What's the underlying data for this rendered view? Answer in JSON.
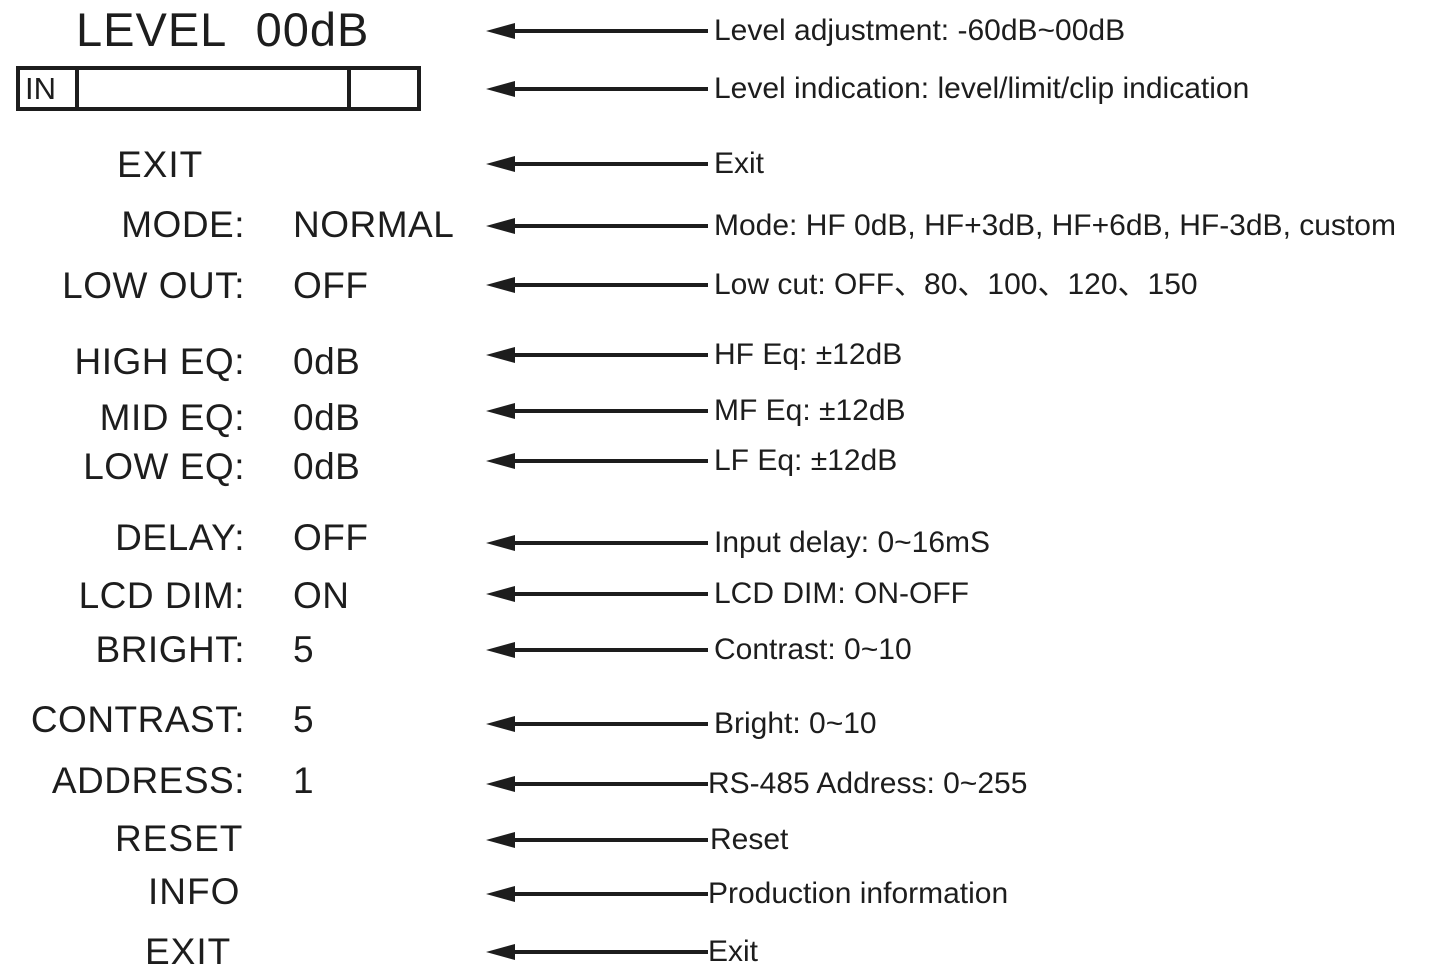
{
  "colors": {
    "ink": "#1d1d1d",
    "background": "#ffffff"
  },
  "lcd_menu": {
    "title": "LEVEL 00dB",
    "meter": {
      "input_label": "IN"
    },
    "exit_top": "EXIT",
    "rows": [
      {
        "label": "MODE:",
        "value": "NORMAL"
      },
      {
        "label": "LOW OUT:",
        "value": "OFF"
      },
      {
        "label": "HIGH EQ:",
        "value": "0dB"
      },
      {
        "label": "MID EQ:",
        "value": "0dB"
      },
      {
        "label": "LOW EQ:",
        "value": "0dB"
      },
      {
        "label": "DELAY:",
        "value": "OFF"
      },
      {
        "label": "LCD DIM:",
        "value": "ON"
      },
      {
        "label": "BRIGHT:",
        "value": "5"
      },
      {
        "label": "CONTRAST:",
        "value": "5"
      },
      {
        "label": "ADDRESS:",
        "value": "1"
      }
    ],
    "reset": "RESET",
    "info": "INFO",
    "exit_bottom": "EXIT"
  },
  "annotations": [
    "Level adjustment: -60dB~00dB",
    "Level indication: level/limit/clip indication",
    "Exit",
    "Mode: HF 0dB, HF+3dB, HF+6dB, HF-3dB, custom",
    "Low cut: OFF、80、100、120、150",
    "HF Eq: ±12dB",
    "MF Eq: ±12dB",
    "LF Eq: ±12dB",
    "Input delay: 0~16mS",
    "LCD DIM: ON-OFF",
    "Contrast: 0~10",
    "Bright: 0~10",
    "RS-485 Address: 0~255",
    "Reset",
    "Production information",
    "Exit"
  ]
}
